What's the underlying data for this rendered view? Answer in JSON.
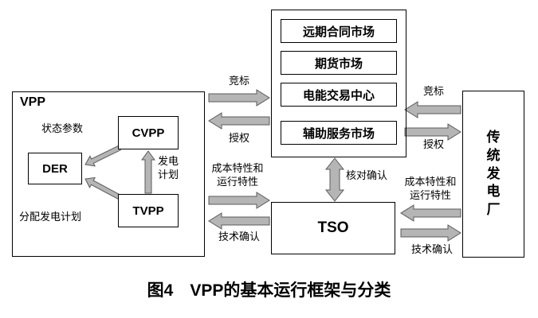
{
  "vpp_group": {
    "label": "VPP",
    "der": "DER",
    "cvpp": "CVPP",
    "tvpp": "TVPP",
    "status_params": "状态参数",
    "gen_plan_line1": "发电",
    "gen_plan_line2": "计划",
    "dispatch_plan": "分配发电计划"
  },
  "market_group": {
    "items": [
      "远期合同市场",
      "期货市场",
      "电能交易中心",
      "辅助服务市场"
    ]
  },
  "tso": {
    "label": "TSO"
  },
  "plant": {
    "label": "传统发电厂"
  },
  "labels": {
    "bid_left": "竞标",
    "auth_left": "授权",
    "bid_right": "竞标",
    "auth_right": "授权",
    "verify": "核对确认",
    "cost_left_1": "成本特性和",
    "cost_left_2": "运行特性",
    "tech_left": "技术确认",
    "cost_right_1": "成本特性和",
    "cost_right_2": "运行特性",
    "tech_right": "技术确认"
  },
  "caption": "图4　VPP的基本运行框架与分类",
  "colors": {
    "background": "#ffffff",
    "box_border": "#000000",
    "arrow_fill": "#b5b5b5",
    "arrow_stroke": "#5a5a5a"
  }
}
